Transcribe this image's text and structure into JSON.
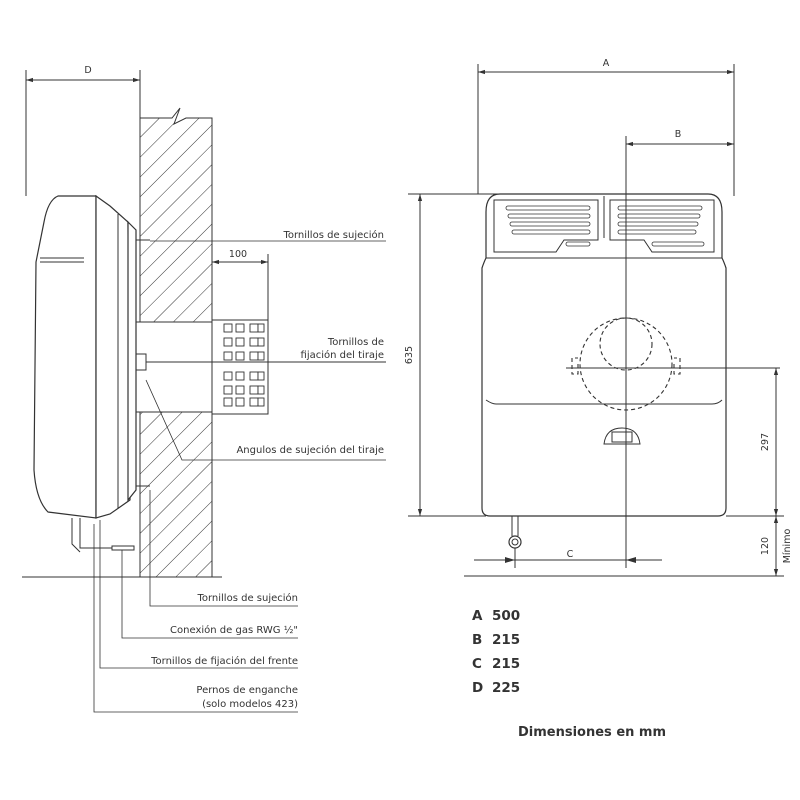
{
  "side_view": {
    "dim_D": "D",
    "dim_100": "100",
    "labels": {
      "tornillos_sujecion_top": "Tornillos de sujeción",
      "tornillos_fijacion_tiraje_1": "Tornillos de",
      "tornillos_fijacion_tiraje_2": "fijación del tiraje",
      "angulos_sujecion": "Angulos de sujeción del tiraje",
      "tornillos_sujecion_bottom": "Tornillos de sujeción",
      "conexion_gas": "Conexión de gas RWG ½\"",
      "tornillos_frente": "Tornillos de fijación del frente",
      "pernos_1": "Pernos de enganche",
      "pernos_2": "(solo modelos 423)"
    }
  },
  "front_view": {
    "dim_A": "A",
    "dim_B": "B",
    "dim_C": "C",
    "dim_635": "635",
    "dim_297": "297",
    "dim_120": "120",
    "dim_minimo": "Mínimo"
  },
  "legend": [
    {
      "key": "A",
      "value": "500"
    },
    {
      "key": "B",
      "value": "215"
    },
    {
      "key": "C",
      "value": "215"
    },
    {
      "key": "D",
      "value": "225"
    }
  ],
  "caption": "Dimensiones en mm"
}
